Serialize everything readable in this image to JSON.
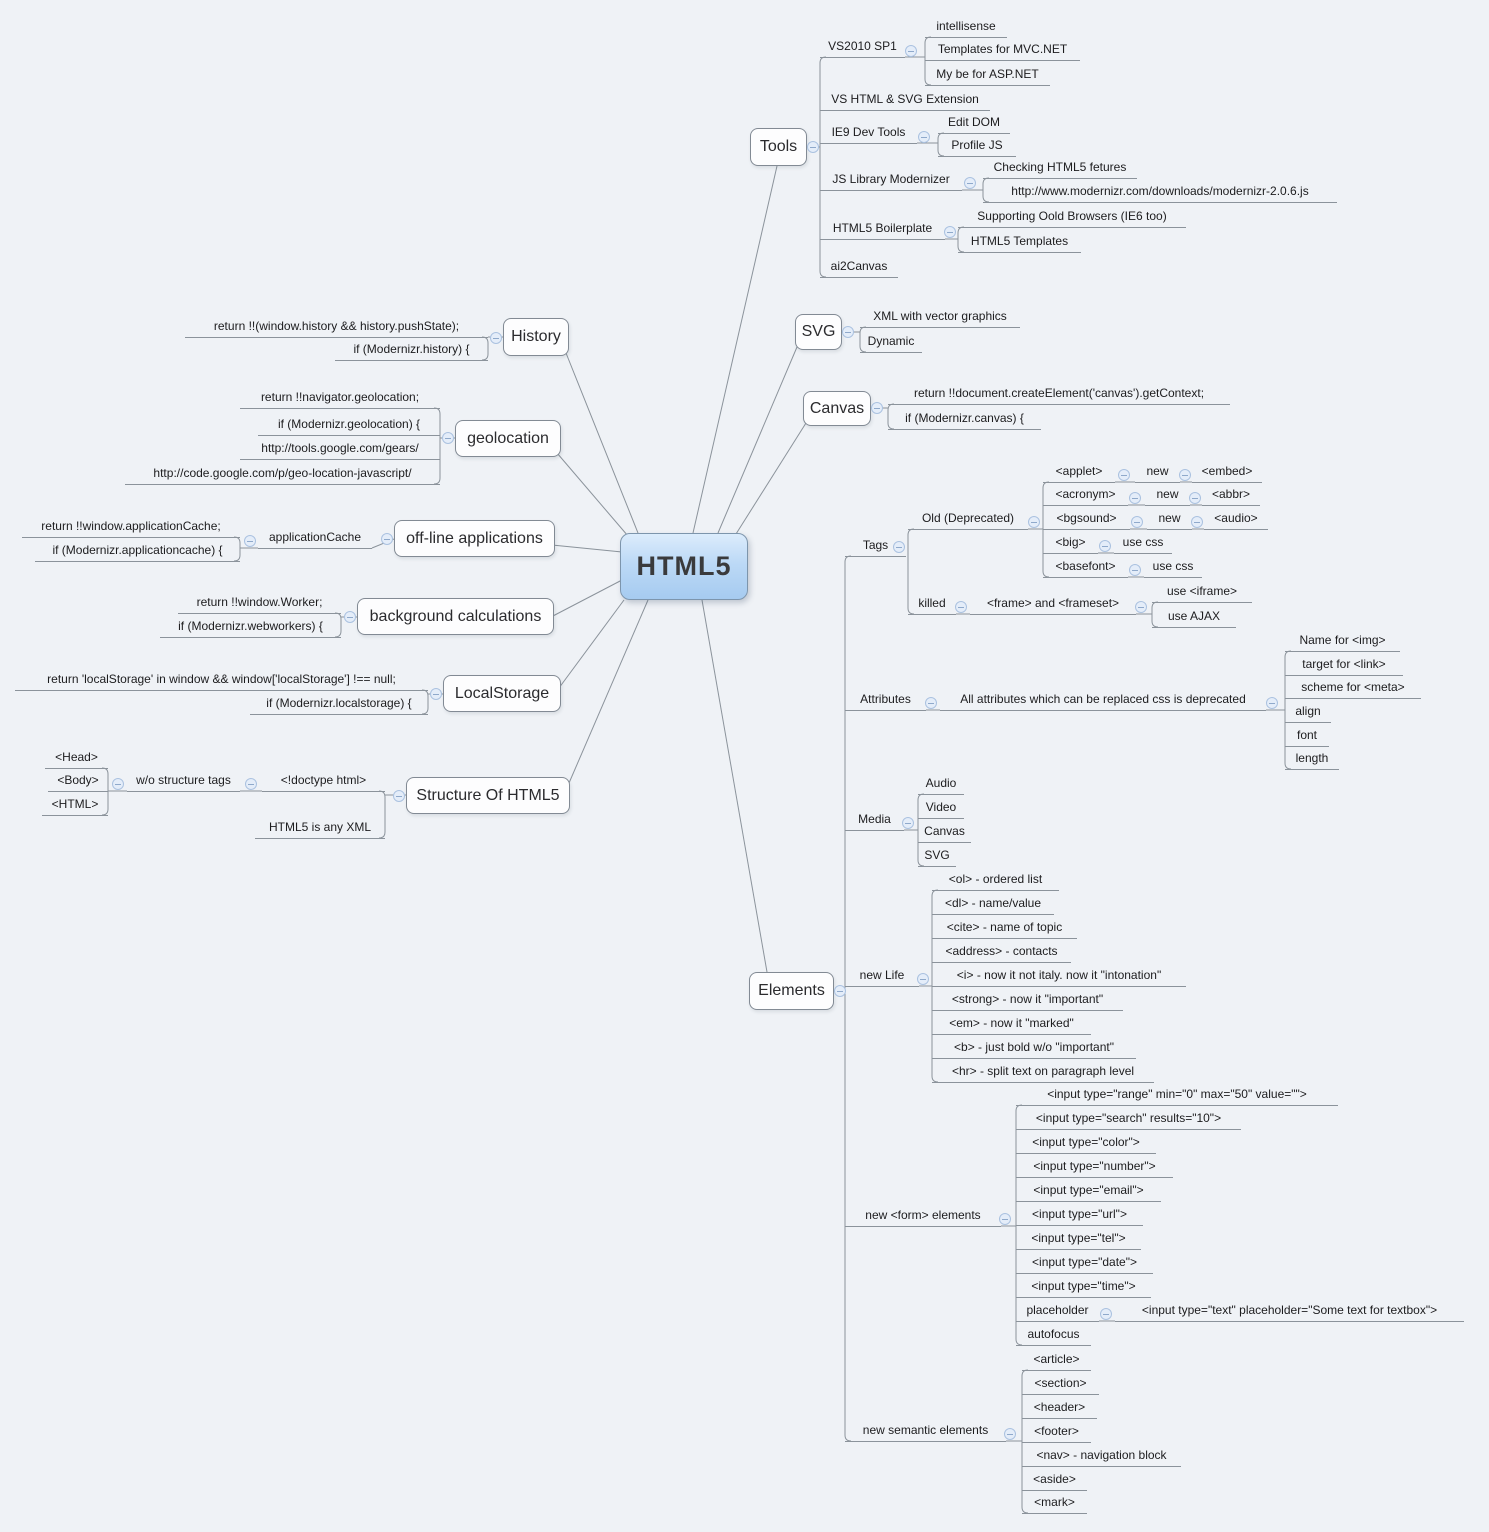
{
  "title": "HTML5 mind map",
  "colors": {
    "background": "#eff2f6",
    "connector": "#8b939b",
    "box_border": "#828a94",
    "box_fill": "#fdfdfe",
    "central_fill_top": "#dcecfc",
    "central_fill_bottom": "#a6cbf0",
    "text": "#1c1c1e",
    "collapse_fill": "#e4edf9",
    "collapse_border": "#abc2e0"
  },
  "nodes": [
    {
      "id": "html5",
      "parent": null,
      "kind": "central",
      "label": "HTML5"
    },
    {
      "id": "tools",
      "parent": "html5",
      "kind": "topic",
      "label": "Tools"
    },
    {
      "id": "vs2010",
      "parent": "tools",
      "kind": "line",
      "label": "VS2010 SP1"
    },
    {
      "id": "intellisense",
      "parent": "vs2010",
      "kind": "line",
      "label": "intellisense"
    },
    {
      "id": "tpl_mvc",
      "parent": "vs2010",
      "kind": "line",
      "label": "Templates for MVC.NET"
    },
    {
      "id": "my_asp",
      "parent": "vs2010",
      "kind": "line",
      "label": "My be for ASP.NET"
    },
    {
      "id": "vs_ext",
      "parent": "tools",
      "kind": "line",
      "label": "VS HTML & SVG Extension"
    },
    {
      "id": "ie9",
      "parent": "tools",
      "kind": "line",
      "label": "IE9 Dev Tools"
    },
    {
      "id": "edit_dom",
      "parent": "ie9",
      "kind": "line",
      "label": "Edit DOM"
    },
    {
      "id": "profile_js",
      "parent": "ie9",
      "kind": "line",
      "label": "Profile JS"
    },
    {
      "id": "modernizer",
      "parent": "tools",
      "kind": "line",
      "label": "JS Library Modernizer"
    },
    {
      "id": "checking",
      "parent": "modernizer",
      "kind": "line",
      "label": "Checking HTML5 fetures"
    },
    {
      "id": "modernizr_url",
      "parent": "modernizer",
      "kind": "line",
      "label": "http://www.modernizr.com/downloads/modernizr-2.0.6.js"
    },
    {
      "id": "boilerplate",
      "parent": "tools",
      "kind": "line",
      "label": "HTML5 Boilerplate"
    },
    {
      "id": "supporting",
      "parent": "boilerplate",
      "kind": "line",
      "label": "Supporting Oold Browsers (IE6 too)"
    },
    {
      "id": "html5_tpl",
      "parent": "boilerplate",
      "kind": "line",
      "label": "HTML5 Templates"
    },
    {
      "id": "ai2canvas",
      "parent": "tools",
      "kind": "line",
      "label": "ai2Canvas"
    },
    {
      "id": "svg",
      "parent": "html5",
      "kind": "topic",
      "label": "SVG"
    },
    {
      "id": "xml_vector",
      "parent": "svg",
      "kind": "line",
      "label": "XML with vector graphics"
    },
    {
      "id": "dynamic",
      "parent": "svg",
      "kind": "line",
      "label": "Dynamic"
    },
    {
      "id": "canvas",
      "parent": "html5",
      "kind": "topic",
      "label": "Canvas"
    },
    {
      "id": "canvas_return",
      "parent": "canvas",
      "kind": "line",
      "label": "return !!document.createElement('canvas').getContext;"
    },
    {
      "id": "canvas_if",
      "parent": "canvas",
      "kind": "line",
      "label": "if (Modernizr.canvas) {"
    },
    {
      "id": "elements",
      "parent": "html5",
      "kind": "topic",
      "label": "Elements"
    },
    {
      "id": "tags",
      "parent": "elements",
      "kind": "line",
      "label": "Tags"
    },
    {
      "id": "old_depr",
      "parent": "tags",
      "kind": "line",
      "label": "Old (Deprecated)"
    },
    {
      "id": "applet",
      "parent": "old_depr",
      "kind": "line",
      "label": "<applet>"
    },
    {
      "id": "new1",
      "parent": "applet",
      "kind": "line",
      "label": "new"
    },
    {
      "id": "embed",
      "parent": "new1",
      "kind": "line",
      "label": "<embed>"
    },
    {
      "id": "acronym",
      "parent": "old_depr",
      "kind": "line",
      "label": "<acronym>"
    },
    {
      "id": "new2",
      "parent": "acronym",
      "kind": "line",
      "label": "new"
    },
    {
      "id": "abbr",
      "parent": "new2",
      "kind": "line",
      "label": "<abbr>"
    },
    {
      "id": "bgsound",
      "parent": "old_depr",
      "kind": "line",
      "label": "<bgsound>"
    },
    {
      "id": "new3",
      "parent": "bgsound",
      "kind": "line",
      "label": "new"
    },
    {
      "id": "audio",
      "parent": "new3",
      "kind": "line",
      "label": "<audio>"
    },
    {
      "id": "big",
      "parent": "old_depr",
      "kind": "line",
      "label": "<big>"
    },
    {
      "id": "usecss1",
      "parent": "big",
      "kind": "line",
      "label": "use css"
    },
    {
      "id": "basefont",
      "parent": "old_depr",
      "kind": "line",
      "label": "<basefont>"
    },
    {
      "id": "usecss2",
      "parent": "basefont",
      "kind": "line",
      "label": "use css"
    },
    {
      "id": "killed",
      "parent": "tags",
      "kind": "line",
      "label": "killed"
    },
    {
      "id": "frame_frameset",
      "parent": "killed",
      "kind": "line",
      "label": "<frame> and <frameset>"
    },
    {
      "id": "use_iframe",
      "parent": "frame_frameset",
      "kind": "line",
      "label": "use <iframe>"
    },
    {
      "id": "use_ajax",
      "parent": "frame_frameset",
      "kind": "line",
      "label": "use AJAX"
    },
    {
      "id": "attributes",
      "parent": "elements",
      "kind": "line",
      "label": "Attributes"
    },
    {
      "id": "attr_all",
      "parent": "attributes",
      "kind": "line",
      "label": "All attributes which can be replaced css is deprecated"
    },
    {
      "id": "name_img",
      "parent": "attr_all",
      "kind": "line",
      "label": "Name for <img>"
    },
    {
      "id": "target_link",
      "parent": "attr_all",
      "kind": "line",
      "label": "target for <link>"
    },
    {
      "id": "scheme_meta",
      "parent": "attr_all",
      "kind": "line",
      "label": "scheme for <meta>"
    },
    {
      "id": "align",
      "parent": "attr_all",
      "kind": "line",
      "label": "align"
    },
    {
      "id": "font",
      "parent": "attr_all",
      "kind": "line",
      "label": "font"
    },
    {
      "id": "length",
      "parent": "attr_all",
      "kind": "line",
      "label": "length"
    },
    {
      "id": "media",
      "parent": "elements",
      "kind": "line",
      "label": "Media"
    },
    {
      "id": "audio_m",
      "parent": "media",
      "kind": "line",
      "label": "Audio"
    },
    {
      "id": "video_m",
      "parent": "media",
      "kind": "line",
      "label": "Video"
    },
    {
      "id": "canvas_m",
      "parent": "media",
      "kind": "line",
      "label": "Canvas"
    },
    {
      "id": "svg_m",
      "parent": "media",
      "kind": "line",
      "label": "SVG"
    },
    {
      "id": "new_life",
      "parent": "elements",
      "kind": "line",
      "label": "new Life"
    },
    {
      "id": "ol",
      "parent": "new_life",
      "kind": "line",
      "label": "<ol> - ordered list"
    },
    {
      "id": "dl",
      "parent": "new_life",
      "kind": "line",
      "label": "<dl> - name/value"
    },
    {
      "id": "cite",
      "parent": "new_life",
      "kind": "line",
      "label": "<cite> - name of topic"
    },
    {
      "id": "address",
      "parent": "new_life",
      "kind": "line",
      "label": "<address> - contacts"
    },
    {
      "id": "i_tag",
      "parent": "new_life",
      "kind": "line",
      "label": "<i> - now it not italy. now it \"intonation\""
    },
    {
      "id": "strong",
      "parent": "new_life",
      "kind": "line",
      "label": "<strong> - now it \"important\""
    },
    {
      "id": "em",
      "parent": "new_life",
      "kind": "line",
      "label": "<em> - now it \"marked\""
    },
    {
      "id": "b_tag",
      "parent": "new_life",
      "kind": "line",
      "label": "<b> - just bold w/o \"important\""
    },
    {
      "id": "hr",
      "parent": "new_life",
      "kind": "line",
      "label": "<hr> - split text on paragraph level"
    },
    {
      "id": "new_form",
      "parent": "elements",
      "kind": "line",
      "label": "new <form> elements"
    },
    {
      "id": "in_range",
      "parent": "new_form",
      "kind": "line",
      "label": "<input type=\"range\" min=\"0\" max=\"50\" value=\"\">"
    },
    {
      "id": "in_search",
      "parent": "new_form",
      "kind": "line",
      "label": "<input type=\"search\" results=\"10\">"
    },
    {
      "id": "in_color",
      "parent": "new_form",
      "kind": "line",
      "label": "<input type=\"color\">"
    },
    {
      "id": "in_number",
      "parent": "new_form",
      "kind": "line",
      "label": "<input type=\"number\">"
    },
    {
      "id": "in_email",
      "parent": "new_form",
      "kind": "line",
      "label": "<input type=\"email\">"
    },
    {
      "id": "in_url",
      "parent": "new_form",
      "kind": "line",
      "label": "<input type=\"url\">"
    },
    {
      "id": "in_tel",
      "parent": "new_form",
      "kind": "line",
      "label": "<input type=\"tel\">"
    },
    {
      "id": "in_date",
      "parent": "new_form",
      "kind": "line",
      "label": "<input type=\"date\">"
    },
    {
      "id": "in_time",
      "parent": "new_form",
      "kind": "line",
      "label": "<input type=\"time\">"
    },
    {
      "id": "in_placeholder",
      "parent": "new_form",
      "kind": "line",
      "label": "placeholder"
    },
    {
      "id": "placeholder_ex",
      "parent": "in_placeholder",
      "kind": "line",
      "label": "<input type=\"text\" placeholder=\"Some text for textbox\">"
    },
    {
      "id": "autofocus",
      "parent": "new_form",
      "kind": "line",
      "label": "autofocus"
    },
    {
      "id": "new_semantic",
      "parent": "elements",
      "kind": "line",
      "label": "new semantic elements"
    },
    {
      "id": "article",
      "parent": "new_semantic",
      "kind": "line",
      "label": "<article>"
    },
    {
      "id": "section",
      "parent": "new_semantic",
      "kind": "line",
      "label": "<section>"
    },
    {
      "id": "header",
      "parent": "new_semantic",
      "kind": "line",
      "label": "<header>"
    },
    {
      "id": "footer",
      "parent": "new_semantic",
      "kind": "line",
      "label": "<footer>"
    },
    {
      "id": "nav",
      "parent": "new_semantic",
      "kind": "line",
      "label": "<nav> - navigation block"
    },
    {
      "id": "aside",
      "parent": "new_semantic",
      "kind": "line",
      "label": "<aside>"
    },
    {
      "id": "mark",
      "parent": "new_semantic",
      "kind": "line",
      "label": "<mark>"
    },
    {
      "id": "history",
      "parent": "html5",
      "kind": "topic",
      "label": "History"
    },
    {
      "id": "hist_return",
      "parent": "history",
      "kind": "line",
      "label": "return !!(window.history && history.pushState);"
    },
    {
      "id": "hist_if",
      "parent": "history",
      "kind": "line",
      "label": "if (Modernizr.history) {"
    },
    {
      "id": "geolocation",
      "parent": "html5",
      "kind": "topic",
      "label": "geolocation"
    },
    {
      "id": "geo_return",
      "parent": "geolocation",
      "kind": "line",
      "label": "return !!navigator.geolocation;"
    },
    {
      "id": "geo_if",
      "parent": "geolocation",
      "kind": "line",
      "label": "if (Modernizr.geolocation) {"
    },
    {
      "id": "geo_gears",
      "parent": "geolocation",
      "kind": "line",
      "label": "http://tools.google.com/gears/"
    },
    {
      "id": "geo_js",
      "parent": "geolocation",
      "kind": "line",
      "label": "http://code.google.com/p/geo-location-javascript/"
    },
    {
      "id": "offline",
      "parent": "html5",
      "kind": "topic",
      "label": "off-line applications"
    },
    {
      "id": "appcache",
      "parent": "offline",
      "kind": "line",
      "label": "applicationCache"
    },
    {
      "id": "cache_return",
      "parent": "appcache",
      "kind": "line",
      "label": "return !!window.applicationCache;"
    },
    {
      "id": "cache_if",
      "parent": "appcache",
      "kind": "line",
      "label": "if (Modernizr.applicationcache) {"
    },
    {
      "id": "background",
      "parent": "html5",
      "kind": "topic",
      "label": "background calculations"
    },
    {
      "id": "bg_return",
      "parent": "background",
      "kind": "line",
      "label": "return !!window.Worker;"
    },
    {
      "id": "bg_if",
      "parent": "background",
      "kind": "line",
      "label": "if (Modernizr.webworkers) {"
    },
    {
      "id": "localstorage",
      "parent": "html5",
      "kind": "topic",
      "label": "LocalStorage"
    },
    {
      "id": "ls_return",
      "parent": "localstorage",
      "kind": "line",
      "label": "return 'localStorage' in window && window['localStorage'] !== null;"
    },
    {
      "id": "ls_if",
      "parent": "localstorage",
      "kind": "line",
      "label": "if (Modernizr.localstorage) {"
    },
    {
      "id": "structure",
      "parent": "html5",
      "kind": "topic",
      "label": "Structure Of HTML5"
    },
    {
      "id": "doctype",
      "parent": "structure",
      "kind": "line",
      "label": "<!doctype html>"
    },
    {
      "id": "wo_tags",
      "parent": "doctype",
      "kind": "line",
      "label": "w/o structure tags"
    },
    {
      "id": "head",
      "parent": "wo_tags",
      "kind": "line",
      "label": "<Head>"
    },
    {
      "id": "body",
      "parent": "wo_tags",
      "kind": "line",
      "label": "<Body>"
    },
    {
      "id": "html_t",
      "parent": "wo_tags",
      "kind": "line",
      "label": "<HTML>"
    },
    {
      "id": "any_xml",
      "parent": "structure",
      "kind": "line",
      "label": "HTML5 is any XML"
    }
  ]
}
